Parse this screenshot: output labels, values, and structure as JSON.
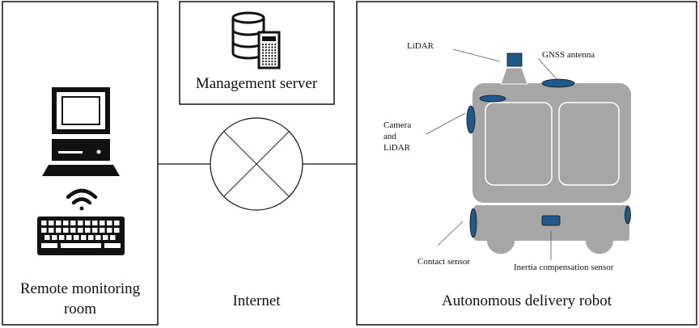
{
  "panels": {
    "remote": {
      "line1": "Remote monitoring",
      "line2": "room"
    },
    "server": {
      "label": "Management server"
    },
    "internet": {
      "label": "Internet"
    },
    "robot": {
      "label": "Autonomous delivery robot"
    }
  },
  "robot_labels": {
    "lidar": "LiDAR",
    "gnss": "GNSS antenna",
    "camera1": "Camera",
    "camera2": "and",
    "camera3": "LiDAR",
    "contact": "Contact sensor",
    "inertia": "Inertia compensation sensor"
  },
  "colors": {
    "robot_body": "#a6a6a6",
    "sensor": "#1f5a8a",
    "line": "#111111"
  }
}
